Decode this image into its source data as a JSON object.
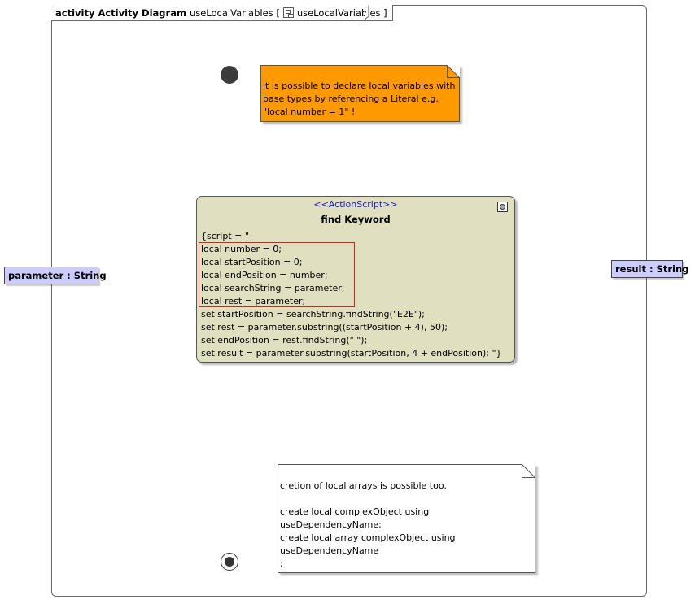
{
  "frame": {
    "keyword": "activity",
    "kind": "Activity Diagram",
    "name": "useLocalVariables [",
    "icon": "diagram-icon",
    "ref": "useLocalVariables ]"
  },
  "notes": {
    "top": "it is possible to declare local variables with\nbase types by referencing a Literal e.g.\n\"local number = 1\" !",
    "bottom": "cretion of local arrays is possible too.\n\ncreate local complexObject using\nuseDependencyName;\ncreate local array complexObject using\nuseDependencyName\n;"
  },
  "action": {
    "stereotype": "<<ActionScript>>",
    "name": "find Keyword",
    "icon": "action-settings-icon",
    "script": "{script = \"\nlocal number = 0;\nlocal startPosition = 0;\nlocal endPosition = number;\nlocal searchString = parameter;\nlocal rest = parameter;\nset startPosition = searchString.findString(\"E2E\");\nset rest = parameter.substring((startPosition + 4), 50);\nset endPosition = rest.findString(\" \");\nset result = parameter.substring(startPosition, 4 + endPosition); \"}"
  },
  "pins": {
    "input": "parameter : String",
    "output": "result : String"
  },
  "colors": {
    "note_top_fill": "#ff9900",
    "note_bottom_fill": "#ffffff",
    "action_fill": "#e0e0c0",
    "pin_fill": "#ccccff",
    "highlight_border": "#d02020",
    "stereotype_text": "#1a1ad0"
  }
}
